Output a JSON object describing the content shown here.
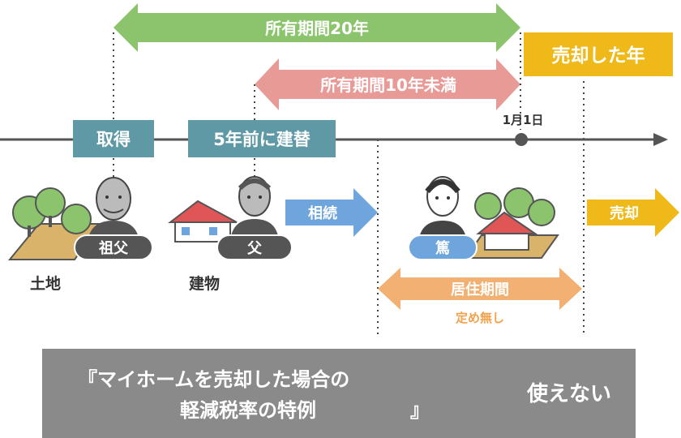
{
  "arrows": {
    "ownership_20": {
      "label": "所有期間20年",
      "color": "#8cc46e"
    },
    "ownership_10": {
      "label": "所有期間10年未満",
      "color": "#e89a97"
    },
    "residence": {
      "label": "居住期間",
      "color": "#f2b073"
    },
    "inherit": {
      "label": "相続",
      "color": "#6ea5dc"
    },
    "sell": {
      "label": "売却",
      "color": "#f0b91a"
    }
  },
  "boxes": {
    "sale_year": {
      "label": "売却した年",
      "color": "#f0b91a"
    },
    "acquire": {
      "label": "取得",
      "color": "#5f99a6"
    },
    "rebuild": {
      "label": "5年前に建替",
      "color": "#5f99a6"
    }
  },
  "timeline": {
    "date_label": "1月1日"
  },
  "people": {
    "grandfather": "祖父",
    "father": "父",
    "atsushi": "篤"
  },
  "captions": {
    "land": "土地",
    "building": "建物",
    "residence_note": "定め無し"
  },
  "banner": {
    "line1": "『マイホームを売却した場合の",
    "line2": "軽減税率の特例",
    "close": "』",
    "result": "使えない",
    "color": "#8a8a8a"
  }
}
